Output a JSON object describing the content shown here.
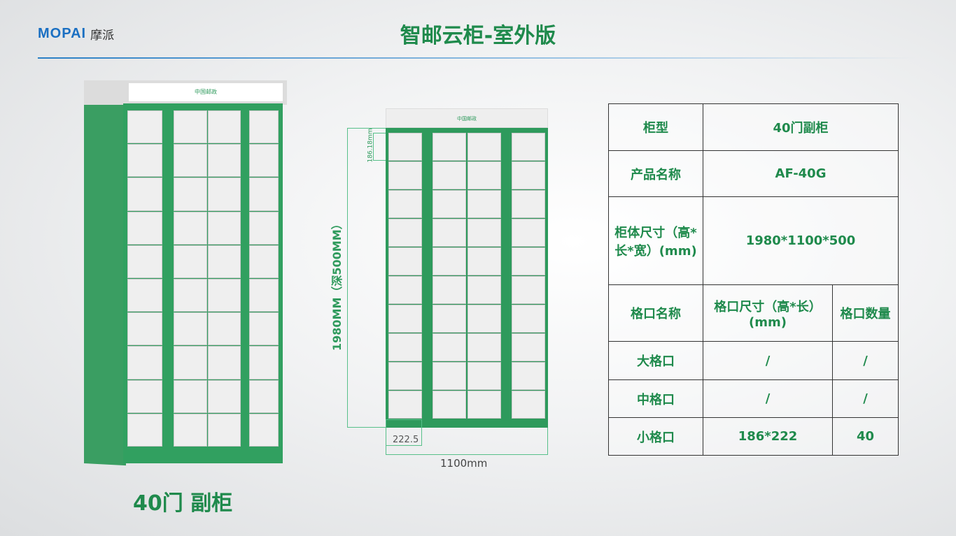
{
  "logo": {
    "brand_en": "MOPAI",
    "brand_cn": "摩派"
  },
  "title": "智邮云柜-室外版",
  "caption": "40门 副柜",
  "cabinet_badge": "中国邮政",
  "dimensions": {
    "height": "1980MM（深500MM）",
    "cell_height": "186.18mm",
    "cell_width": "222.5",
    "width": "1100mm"
  },
  "spec_table": {
    "cabinet_type_label": "柜型",
    "cabinet_type": "40门副柜",
    "product_name_label": "产品名称",
    "product_name": "AF-40G",
    "size_label": "柜体尺寸（高*长*宽）(mm)",
    "size": "1980*1100*500",
    "headers": [
      "格口名称",
      "格口尺寸（高*长）(mm)",
      "格口数量"
    ],
    "rows": [
      [
        "大格口",
        "/",
        "/"
      ],
      [
        "中格口",
        "/",
        "/"
      ],
      [
        "小格口",
        "186*222",
        "40"
      ]
    ]
  },
  "colors": {
    "green": "#2e9a5c",
    "text_green": "#1f8a4c",
    "blue": "#1a6fc2"
  }
}
